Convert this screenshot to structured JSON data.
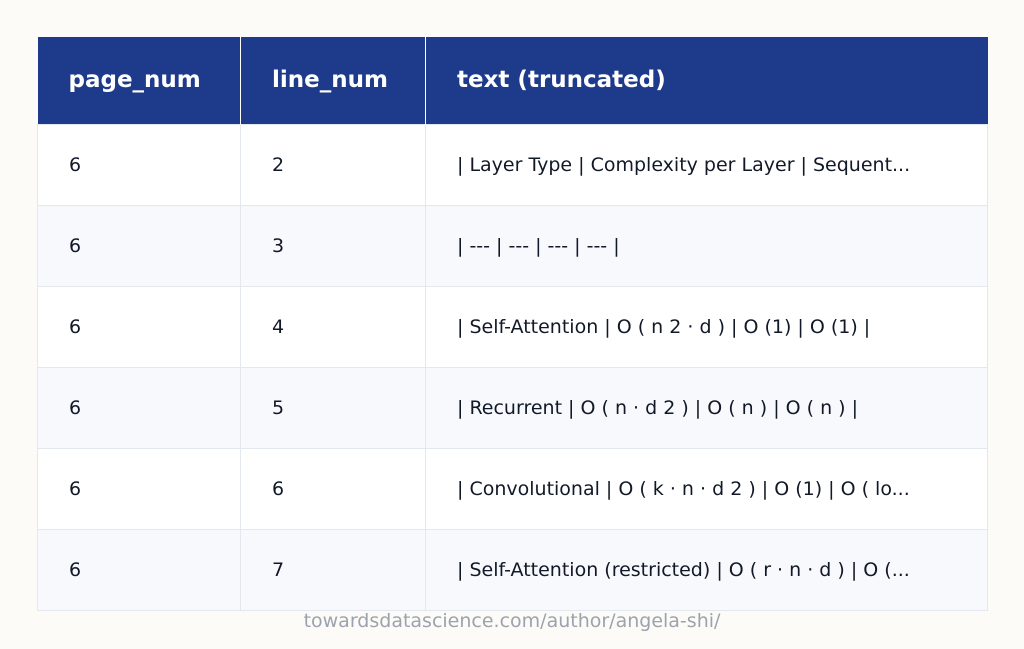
{
  "chart_data": {
    "type": "table",
    "columns": [
      "page_num",
      "line_num",
      "text (truncated)"
    ],
    "rows": [
      [
        "6",
        "2",
        "| Layer Type | Complexity per Layer | Sequent..."
      ],
      [
        "6",
        "3",
        "| --- | --- | --- | --- |"
      ],
      [
        "6",
        "4",
        "| Self-Attention | O ( n 2 · d ) | O (1) | O (1) |"
      ],
      [
        "6",
        "5",
        "| Recurrent | O ( n · d 2 ) | O ( n ) | O ( n ) |"
      ],
      [
        "6",
        "6",
        "| Convolutional | O ( k · n · d 2 ) | O (1) | O ( lo..."
      ],
      [
        "6",
        "7",
        "| Self-Attention (restricted) | O ( r · n · d ) | O (..."
      ]
    ]
  },
  "source": "towardsdatascience.com/author/angela-shi/",
  "colors": {
    "header_bg": "#1e3a8a",
    "header_text": "#ffffff",
    "row_alt_bg": "#f7f9fc",
    "border": "#e3e7ee",
    "source_text": "#9ca3af"
  }
}
